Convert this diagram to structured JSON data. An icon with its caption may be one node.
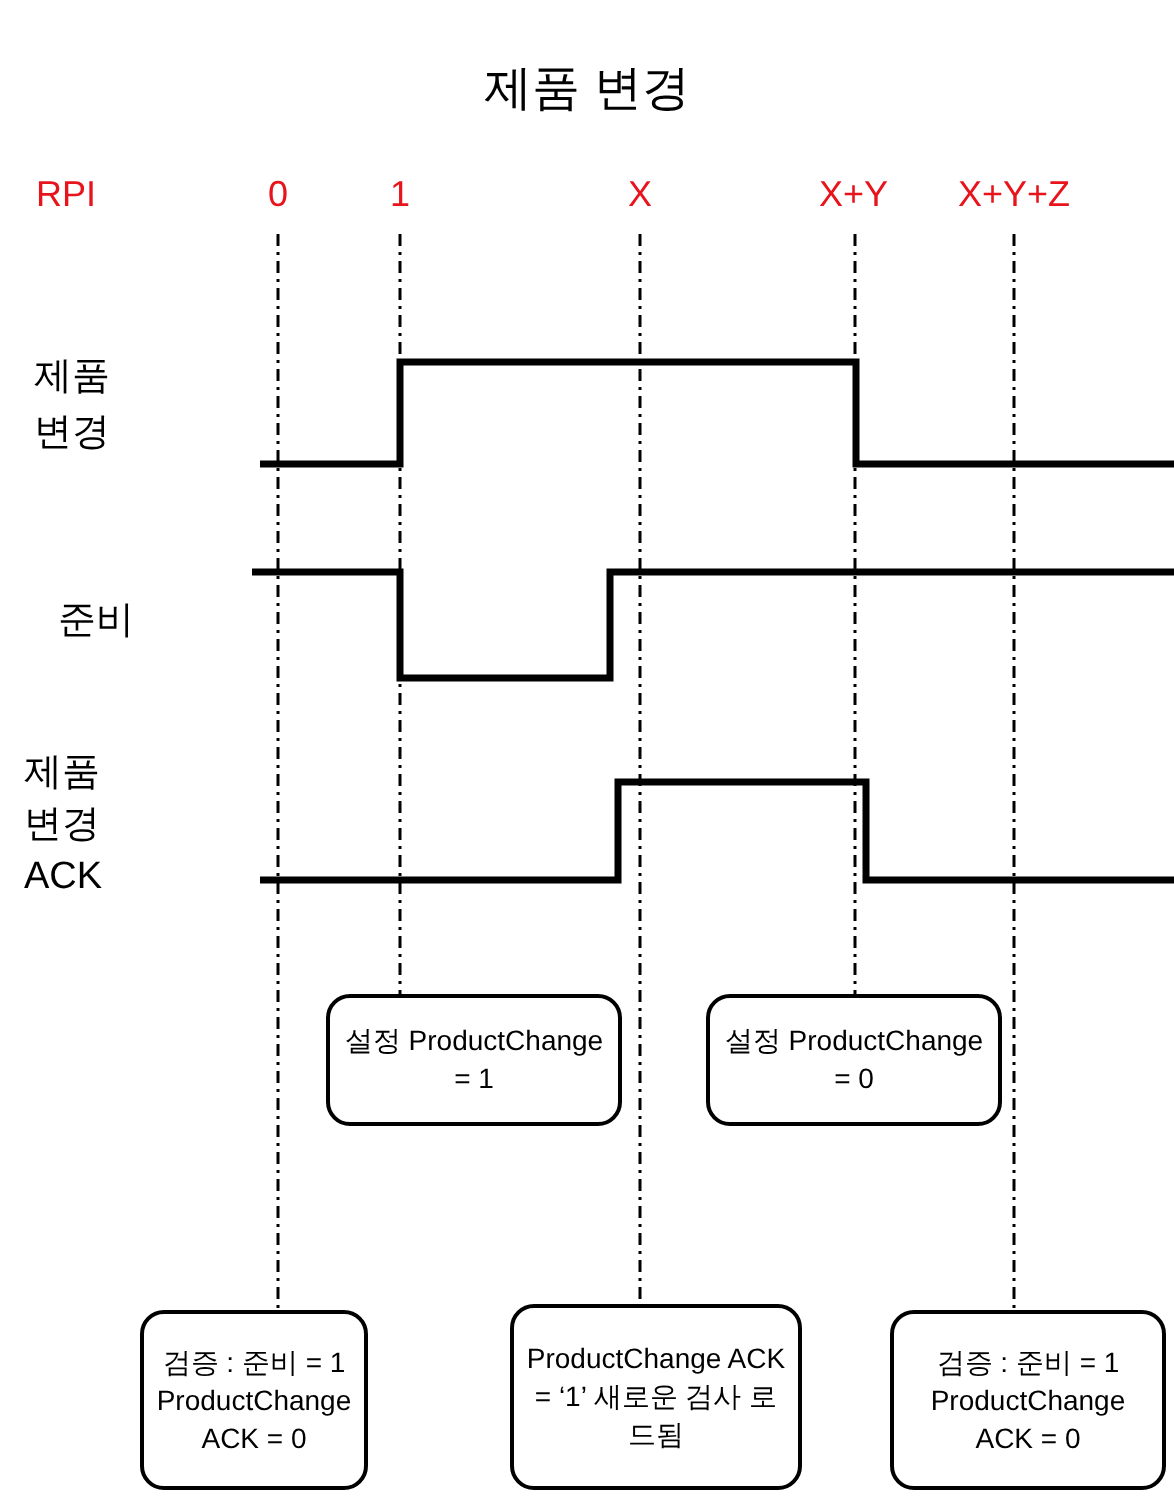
{
  "diagram": {
    "title": "제품 변경",
    "nodes": [
      {
        "text": [
          "0"
        ]
      },
      {
        "text": [
          "1"
        ]
      },
      {
        "text": [
          "X"
        ]
      },
      {
        "text": [
          "X+Y"
        ]
      },
      {
        "text": [
          "X+Y+Z"
        ]
      },
      {
        "text": [
          "설정 ProductChange = 1"
        ]
      },
      {
        "text": [
          "설정 ProductChange = 0"
        ]
      },
      {
        "text": [
          "검증 : 준비 = 1 ProductChange ACK = 0"
        ]
      },
      {
        "text": [
          "ProductChange ACK = ‘1’ 새로운 검사 로드됨"
        ]
      },
      {
        "text": [
          "검증 : 준비 = 1 ProductChange ACK = 0"
        ]
      }
    ],
    "edges": [
      {
        "from": 0,
        "to": 7,
        "arrow": "none",
        "style": "dashed"
      },
      {
        "from": 1,
        "to": 5,
        "arrow": "none",
        "style": "dashed"
      },
      {
        "from": 2,
        "to": 8,
        "arrow": "none",
        "style": "dashed"
      },
      {
        "from": 3,
        "to": 6,
        "arrow": "none",
        "style": "dashed"
      },
      {
        "from": 4,
        "to": 9,
        "arrow": "none",
        "style": "dashed"
      }
    ],
    "labels": [
      "RPI",
      "제품 변경",
      "준비",
      "제품 변경 ACK"
    ]
  }
}
